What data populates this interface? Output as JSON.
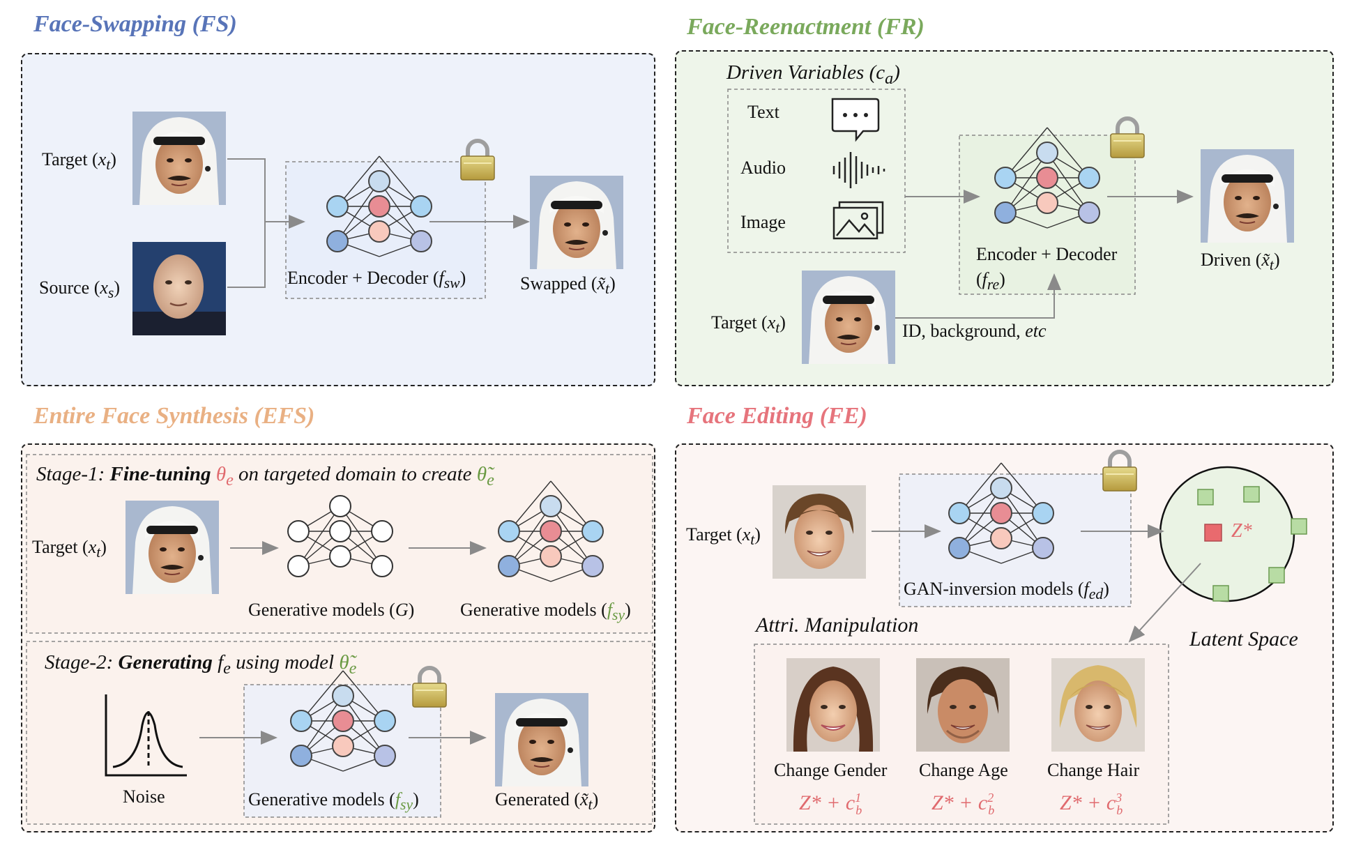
{
  "colors": {
    "fs_title": "#5874b8",
    "fr_title": "#7aa95c",
    "efs_title": "#e9b083",
    "fe_title": "#e6747c",
    "fs_bg": "#eef2fa",
    "fr_bg": "#eef5ea",
    "efs_bg": "#fcf5f1",
    "fe_bg": "#fcf5f3",
    "latent_bg": "#eaf3e4",
    "latent_square": "#b8dca4",
    "latent_point": "#e96a6e",
    "red_math": "#e06a6e",
    "green_math": "#6a9a43"
  },
  "fs": {
    "title": "Face-Swapping (FS)",
    "target_label": "Target (",
    "target_var": "x",
    "target_sub": "t",
    "source_label": "Source (",
    "source_var": "x",
    "source_sub": "s",
    "model_label": "Encoder + Decoder (",
    "model_var": "f",
    "model_sub": "sw",
    "output_label": "Swapped (",
    "output_var": "x̃",
    "output_sub": "t",
    "close": ")"
  },
  "fr": {
    "title": "Face-Reenactment (FR)",
    "driven_vars_label": "Driven Variables (",
    "driven_vars_var": "c",
    "driven_vars_sub": "a",
    "text_label": "Text",
    "audio_label": "Audio",
    "image_label": "Image",
    "model_label": "Encoder + Decoder",
    "model_var": "f",
    "model_sub": "re",
    "output_label": "Driven (",
    "output_var": "x̃",
    "output_sub": "t",
    "target_label": "Target (",
    "target_var": "x",
    "target_sub": "t",
    "id_label": "ID, background, ",
    "id_etc": "etc",
    "open": "(",
    "close": ")"
  },
  "efs": {
    "title": "Entire Face Synthesis (EFS)",
    "stage1_prefix": "Stage-1: ",
    "stage1_bold": "Fine-tuning",
    "stage1_theta": "θ",
    "stage1_theta_sub": "e",
    "stage1_mid": " on targeted domain to create ",
    "stage1_theta2": "θ̃",
    "stage1_theta2_sub": "e",
    "target_label": "Target (",
    "target_var": "x",
    "target_sub": "t",
    "gen_g_label": "Generative models (",
    "gen_g_var": "G",
    "gen_fsy_label": "Generative models (",
    "gen_fsy_var": "f",
    "gen_fsy_sub": "sy",
    "stage2_prefix": "Stage-2: ",
    "stage2_bold": "Generating",
    "stage2_f": " f",
    "stage2_f_sub": "e",
    "stage2_mid": " using model ",
    "stage2_theta": "θ̃",
    "stage2_theta_sub": "e",
    "noise_label": "Noise",
    "gen2_label": "Generative models (",
    "gen2_var": "f",
    "gen2_sub": "sy",
    "output_label": "Generated (",
    "output_var": "x̃",
    "output_sub": "t",
    "close": ")"
  },
  "fe": {
    "title": "Face Editing (FE)",
    "target_label": "Target (",
    "target_var": "x",
    "target_sub": "t",
    "model_label": "GAN-inversion models (",
    "model_var": "f",
    "model_sub": "ed",
    "latent_point": "Z*",
    "latent_label": "Latent Space",
    "attri_label": "Attri. Manipulation",
    "outputs": [
      {
        "label": "Change Gender",
        "formula": "Z* + c",
        "sup": "1",
        "sub": "b"
      },
      {
        "label": "Change Age",
        "formula": "Z* + c",
        "sup": "2",
        "sub": "b"
      },
      {
        "label": "Change Hair",
        "formula": "Z* + c",
        "sup": "3",
        "sub": "b"
      }
    ],
    "close": ")"
  }
}
